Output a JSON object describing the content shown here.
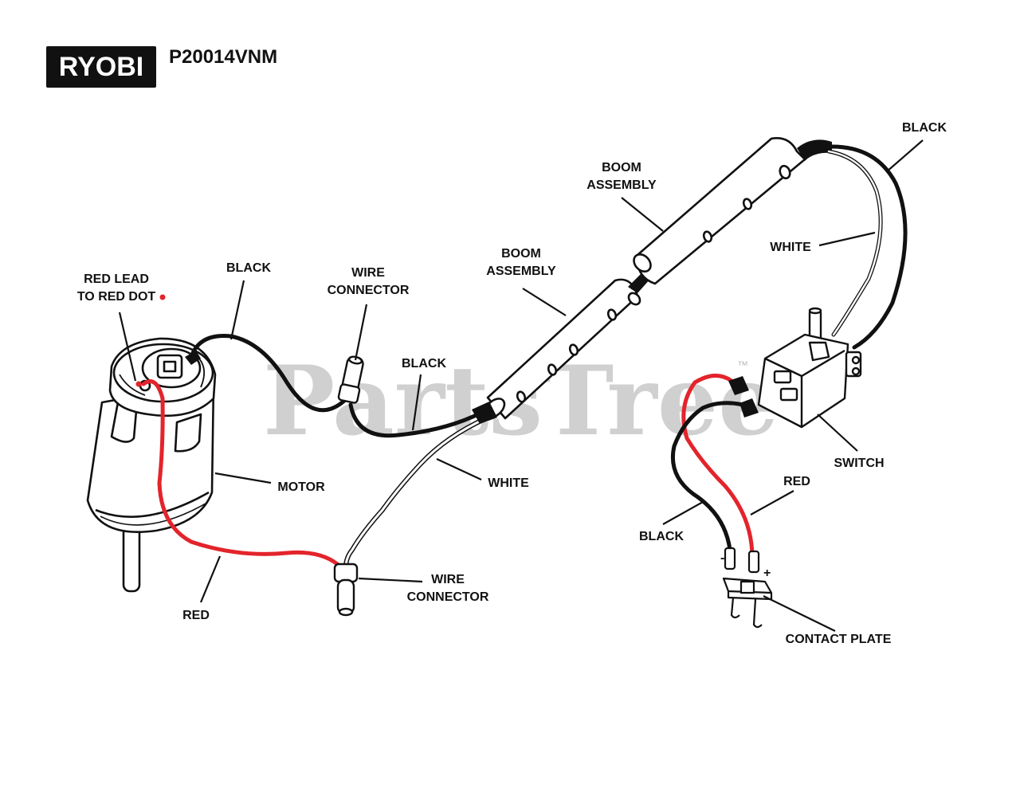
{
  "brand": {
    "logo_text": "RYOBI",
    "model": "P20014VNM"
  },
  "watermark": {
    "text": "PartsTree",
    "mark": "™",
    "color": "#cfcfcf"
  },
  "colors": {
    "line": "#111111",
    "red_wire": "#e3242b",
    "white_wire": "#ffffff"
  },
  "labels": {
    "red_lead": [
      "RED LEAD",
      "TO RED DOT"
    ],
    "black_top_left": "BLACK",
    "wire_connector_top": [
      "WIRE",
      "CONNECTOR"
    ],
    "black_mid": "BLACK",
    "boom_lower": [
      "BOOM",
      "ASSEMBLY"
    ],
    "boom_upper": [
      "BOOM",
      "ASSEMBLY"
    ],
    "black_top_right": "BLACK",
    "white_right": "WHITE",
    "switch": "SWITCH",
    "red_right": "RED",
    "black_right": "BLACK",
    "contact_plate": "CONTACT PLATE",
    "motor": "MOTOR",
    "white_mid": "WHITE",
    "wire_connector_bottom": [
      "WIRE",
      "CONNECTOR"
    ],
    "red_bottom": "RED",
    "minus_sign": "-",
    "plus_sign": "+"
  }
}
